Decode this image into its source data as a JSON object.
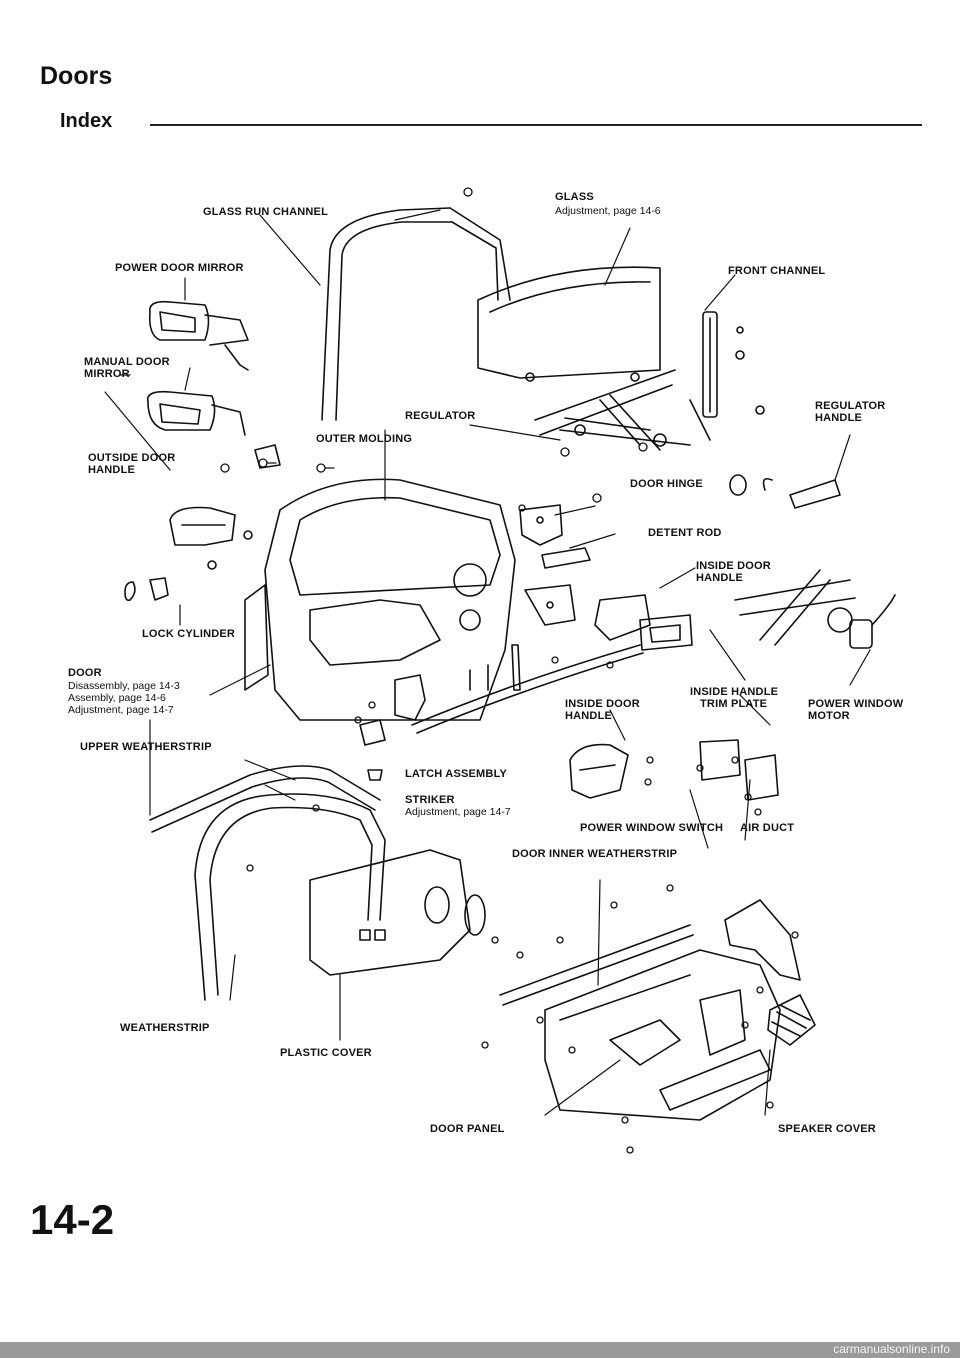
{
  "header": {
    "section": "Doors",
    "subsection": "Index"
  },
  "labels": {
    "glass_run_channel": "GLASS RUN CHANNEL",
    "glass": "GLASS",
    "glass_adjustment": "Adjustment, page 14-6",
    "power_door_mirror": "POWER DOOR MIRROR",
    "front_channel": "FRONT CHANNEL",
    "manual_door_mirror_1": "MANUAL DOOR",
    "manual_door_mirror_2": "MIRROR",
    "regulator": "REGULATOR",
    "regulator_handle_1": "REGULATOR",
    "regulator_handle_2": "HANDLE",
    "outer_molding": "OUTER MOLDING",
    "outside_door_handle_1": "OUTSIDE DOOR",
    "outside_door_handle_2": "HANDLE",
    "door_hinge": "DOOR HINGE",
    "detent_rod": "DETENT ROD",
    "inside_door_handle_top_1": "INSIDE DOOR",
    "inside_door_handle_top_2": "HANDLE",
    "lock_cylinder": "LOCK CYLINDER",
    "door": "DOOR",
    "door_disassembly": "Disassembly, page 14-3",
    "door_assembly": "Assembly, page 14-6",
    "door_adjustment": "Adjustment, page 14-7",
    "inside_handle_trim_plate_1": "INSIDE HANDLE",
    "inside_handle_trim_plate_2": "TRIM PLATE",
    "inside_door_handle_mid_1": "INSIDE DOOR",
    "inside_door_handle_mid_2": "HANDLE",
    "power_window_motor_1": "POWER WINDOW",
    "power_window_motor_2": "MOTOR",
    "upper_weatherstrip": "UPPER WEATHERSTRIP",
    "latch_assembly": "LATCH ASSEMBLY",
    "striker": "STRIKER",
    "striker_adjustment": "Adjustment, page 14-7",
    "power_window_switch": "POWER WINDOW SWITCH",
    "air_duct": "AIR DUCT",
    "door_inner_weatherstrip": "DOOR INNER WEATHERSTRIP",
    "weatherstrip": "WEATHERSTRIP",
    "plastic_cover": "PLASTIC COVER",
    "door_panel": "DOOR PANEL",
    "speaker_cover": "SPEAKER COVER"
  },
  "page_number": "14-2",
  "watermark": "carmanualsonline.info"
}
